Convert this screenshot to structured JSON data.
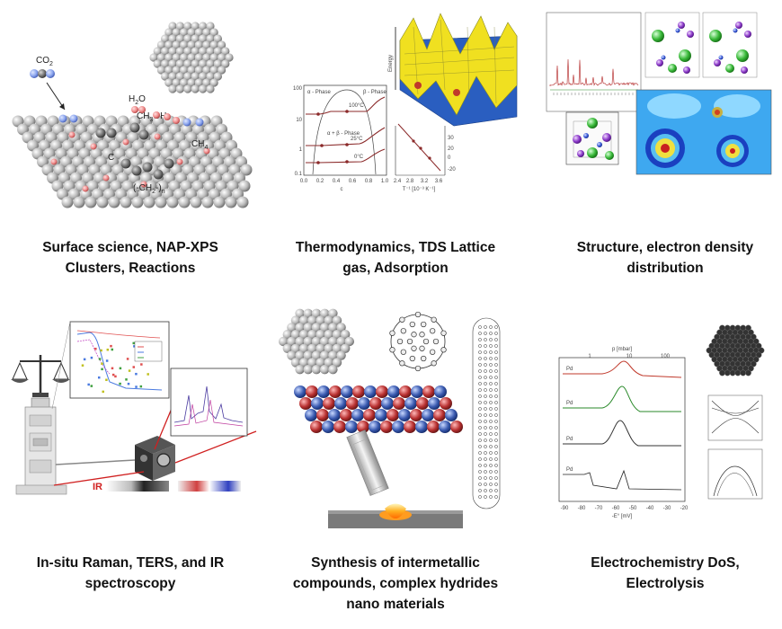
{
  "panels": [
    {
      "caption_lines": [
        "Surface science, NAP-XPS",
        "Clusters, Reactions"
      ],
      "labels": {
        "co2": "CO",
        "co2_sub": "2",
        "h2o": "H",
        "h2o_sub": "2",
        "h2o_end": "O",
        "ch3oh": "CH",
        "ch3oh_sub": "3",
        "ch3oh_end": "OH",
        "ch4": "CH",
        "ch4_sub": "4",
        "c": "C",
        "chain": "(-CH",
        "chain_sub": "2",
        "chain_end": "-)",
        "chain_n": "n"
      }
    },
    {
      "caption_lines": [
        "Thermodynamics, TDS Lattice",
        "gas, Adsorption"
      ],
      "labels": {
        "energy": "Energy",
        "t100": "100°C",
        "t25": "25°C",
        "t0": "0°C",
        "alpha_phase": "α - Phase",
        "beta_phase": "β - Phase",
        "ab_phase": "α + β - Phase",
        "xaxis": "c",
        "xaxis2": "T⁻¹ [10⁻³ K⁻¹]"
      },
      "ticks_x": [
        "0.0",
        "0.2",
        "0.4",
        "0.6",
        "0.8",
        "1.0"
      ],
      "ticks_x2": [
        "2.4",
        "2.8",
        "3.2",
        "3.6"
      ],
      "ticks_y": [
        "100",
        "10",
        "1",
        "0.1"
      ],
      "ticks_y2": [
        "30",
        "20",
        "0",
        "-20"
      ]
    },
    {
      "caption_lines": [
        "Structure, electron density",
        "distribution"
      ]
    },
    {
      "caption_lines": [
        "In-situ Raman, TERS, and IR",
        "spectroscopy"
      ],
      "labels": {
        "ir": "IR"
      }
    },
    {
      "caption_lines": [
        "Synthesis of intermetallic",
        "compounds, complex hydrides",
        "nano materials"
      ]
    },
    {
      "caption_lines": [
        "Electrochemistry DoS,",
        "Electrolysis"
      ],
      "labels": {
        "pd1": "Pd",
        "pd2": "Pd",
        "pd3": "Pd",
        "pd4": "Pd",
        "xaxis": "-E° [mV]",
        "topaxis": "p [mbar]"
      },
      "ticks_x": [
        "-90",
        "-80",
        "-70",
        "-60",
        "-50",
        "-40",
        "-30",
        "-20"
      ],
      "ticks_top": [
        "1",
        "10",
        "100"
      ]
    }
  ],
  "colors": {
    "accent_red": "#c0392b",
    "steel_blue": "#3a6db0",
    "yellow": "#f0e020",
    "caption": "#111111"
  }
}
